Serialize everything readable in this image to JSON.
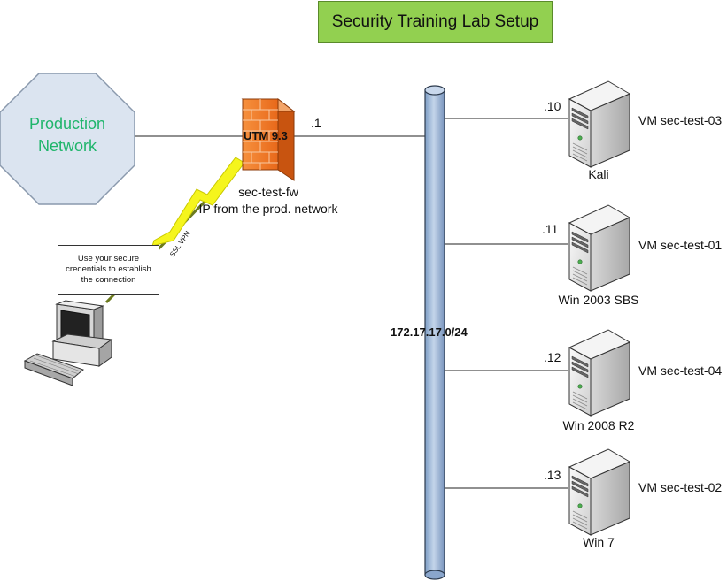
{
  "title": "Security Training Lab Setup",
  "production_network": {
    "line1": "Production",
    "line2": "Network"
  },
  "firewall": {
    "label": "UTM 9.3",
    "hostname": "sec-test-fw",
    "ip_note": "IP from the prod. network",
    "interface_ip": ".1"
  },
  "vpn": {
    "label": "SSL VPN",
    "callout_lines": [
      "Use your secure",
      "credentials to establish",
      "the connection"
    ]
  },
  "subnet": "172.17.17.0/24",
  "servers": [
    {
      "ip": ".10",
      "vm": "VM sec-test-03",
      "os": "Kali"
    },
    {
      "ip": ".11",
      "vm": "VM sec-test-01",
      "os": "Win 2003 SBS"
    },
    {
      "ip": ".12",
      "vm": "VM sec-test-04",
      "os": "Win 2008 R2"
    },
    {
      "ip": ".13",
      "vm": "VM sec-test-02",
      "os": "Win 7"
    }
  ],
  "colors": {
    "title_bg": "#92d050",
    "production_text": "#1fb56b",
    "octagon_fill": "#dbe4f0",
    "firewall_orange": "#f07a28",
    "bus_fill": "#a6bedb",
    "lightning": "#f5f51d"
  }
}
